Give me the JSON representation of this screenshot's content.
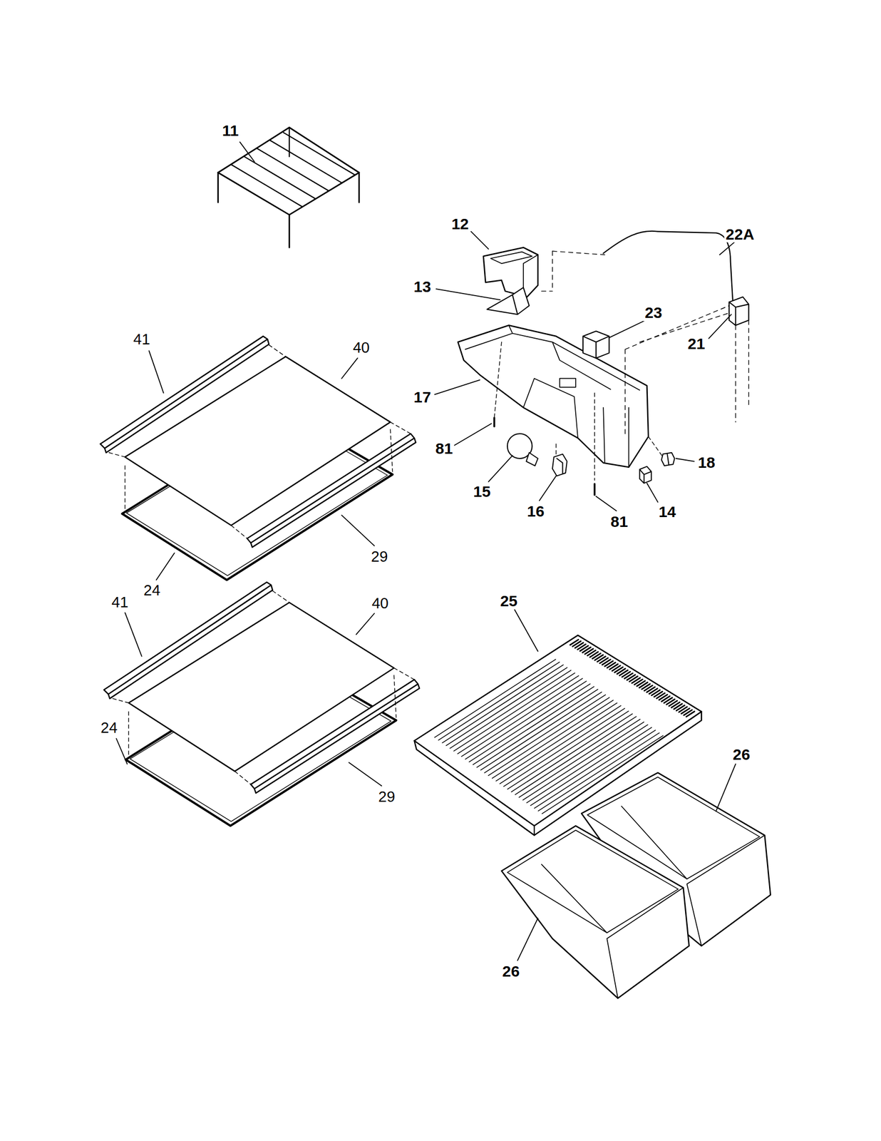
{
  "diagram": {
    "labels": [
      "11",
      "12",
      "22A",
      "13",
      "23",
      "41",
      "40",
      "21",
      "17",
      "81",
      "18",
      "15",
      "16",
      "81",
      "14",
      "29",
      "24",
      "25",
      "41",
      "40",
      "26",
      "24",
      "29",
      "26"
    ]
  }
}
